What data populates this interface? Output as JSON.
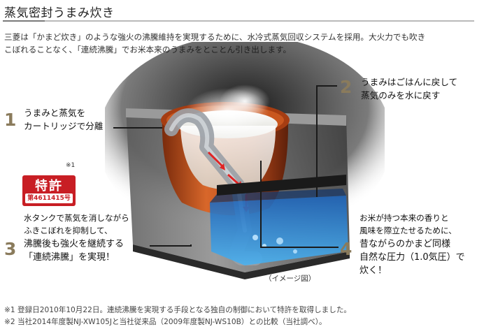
{
  "title": "蒸気密封うまみ炊き",
  "intro": {
    "line1": "三菱は「かまど炊き」のような強火の沸騰維持を実現するために、水冷式蒸気回収システムを採用。大火力でも吹き",
    "line2": "こぼれることなく、「連続沸騰」でお米本来のうまみをとことん引き出します。"
  },
  "steps": [
    {
      "number": "1",
      "lines": [
        "うまみと蒸気を",
        "カートリッジで分離"
      ]
    },
    {
      "number": "2",
      "lines": [
        "うまみはごはんに戻して",
        "蒸気のみを水に戻す"
      ]
    },
    {
      "number": "3",
      "pre_lines": [
        "水タンクで蒸気を消しながら",
        "ふきこぼれを抑制して、"
      ],
      "lines": [
        "沸騰後も強火を継続する",
        "「連続沸騰」を実現！"
      ]
    },
    {
      "number": "4",
      "pre_lines": [
        "お米が持つ本来の香りと",
        "風味を際立たせるために、"
      ],
      "lines": [
        "昔ながらのかまど同様",
        "自然な圧力（1.0気圧）で",
        "炊く！"
      ]
    }
  ],
  "patent": {
    "mark": "※1",
    "label": "特許",
    "number": "第4611415号"
  },
  "caption": "（イメージ図）",
  "footnotes": [
    "※1  登録日2010年10月22日。連続沸騰を実現する手段となる独自の制御において特許を取得しました。",
    "※2  当社2014年度製NJ-XW105Jと当社従来品（2009年度製NJ-WS10B）との比較（当社調べ）。"
  ],
  "colors": {
    "step_number": "#8a7b5c",
    "patent_red": "#c81e24",
    "water": "#2f8fd6",
    "pot": "#c0501c"
  }
}
